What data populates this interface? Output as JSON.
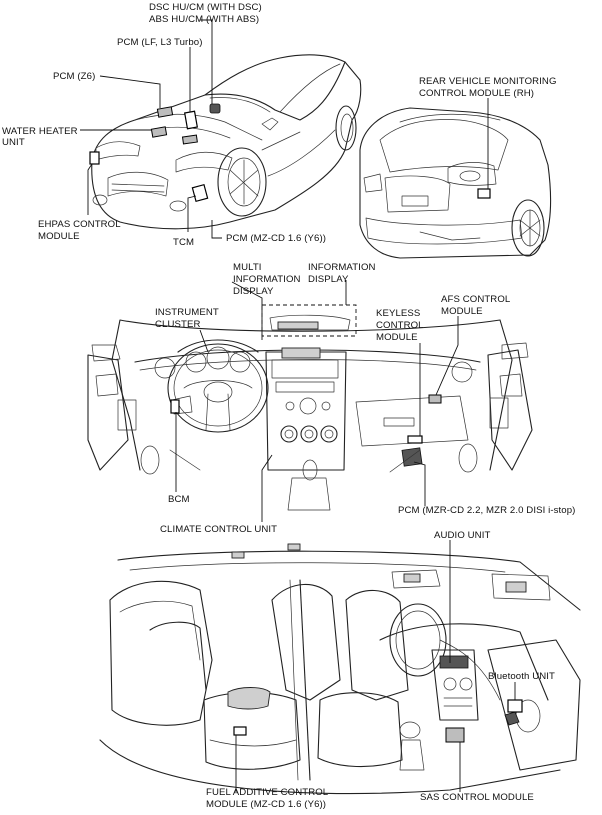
{
  "labels": {
    "dsc_hu_cm": "DSC HU/CM (WITH DSC)",
    "abs_hu_cm": "ABS HU/CM (WITH ABS)",
    "pcm_lf_l3": "PCM (LF, L3 Turbo)",
    "pcm_z6": "PCM (Z6)",
    "water_heater_1": "WATER HEATER",
    "water_heater_2": "UNIT",
    "ehpas_1": "EHPAS CONTROL",
    "ehpas_2": "MODULE",
    "tcm": "TCM",
    "pcm_mzcd16": "PCM (MZ-CD 1.6 (Y6))",
    "rear_monitor_1": "REAR VEHICLE MONITORING",
    "rear_monitor_2": "CONTROL MODULE (RH)",
    "multi_info_1": "MULTI",
    "multi_info_2": "INFORMATION",
    "multi_info_3": "DISPLAY",
    "info_display_1": "INFORMATION",
    "info_display_2": "DISPLAY",
    "instrument_1": "INSTRUMENT",
    "instrument_2": "CLUSTER",
    "keyless_1": "KEYLESS",
    "keyless_2": "CONTROL",
    "keyless_3": "MODULE",
    "afs_1": "AFS CONTROL",
    "afs_2": "MODULE",
    "bcm": "BCM",
    "pcm_mzrcd22": "PCM (MZR-CD 2.2, MZR 2.0 DISI i-stop)",
    "climate": "CLIMATE CONTROL UNIT",
    "audio": "AUDIO UNIT",
    "bluetooth": "Bluetooth UNIT",
    "fuel_additive_1": "FUEL ADDITIVE CONTROL",
    "fuel_additive_2": "MODULE (MZ-CD 1.6 (Y6))",
    "sas": "SAS CONTROL MODULE"
  }
}
